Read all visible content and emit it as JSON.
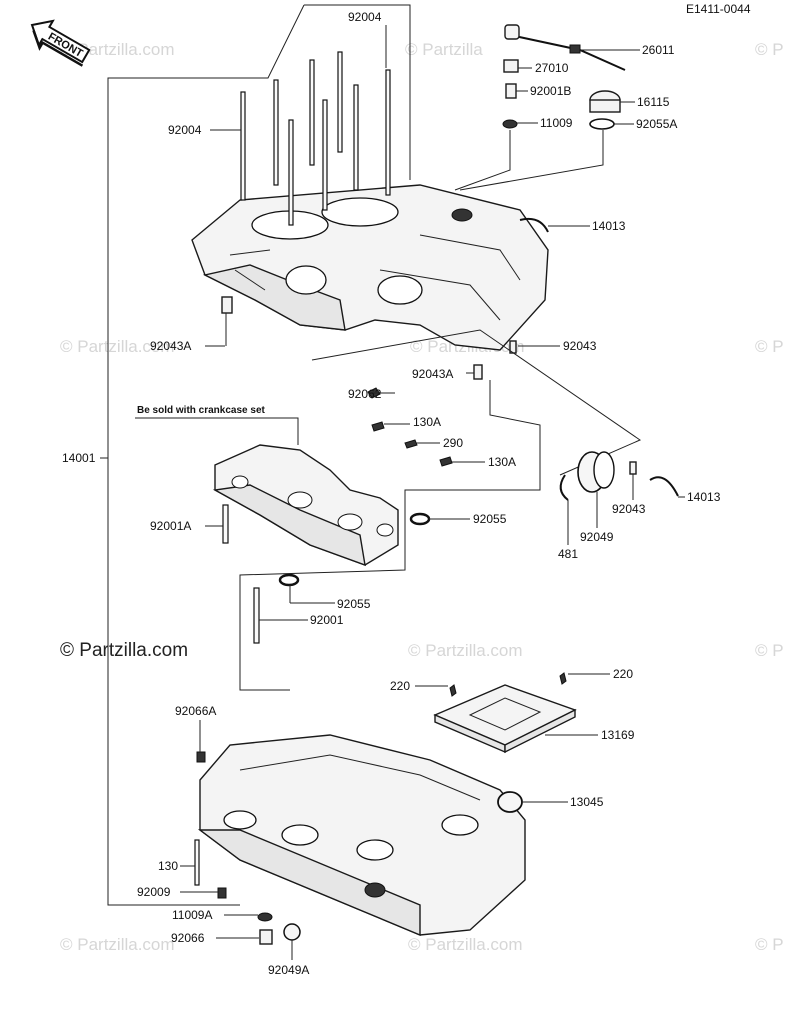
{
  "diagram_code": "E1411-0044",
  "front_label": "FRONT",
  "note": "Be sold with crankcase set",
  "watermark": {
    "text": "© Partzilla.com",
    "short": "© Partzilla",
    "prefix": "© P"
  },
  "labels": {
    "p92004_top": "92004",
    "p92004_left": "92004",
    "p26011": "26011",
    "p27010": "27010",
    "p92001B": "92001B",
    "p16115": "16115",
    "p11009": "11009",
    "p92055A": "92055A",
    "p14013_top": "14013",
    "p92043A_left": "92043A",
    "p92043_right": "92043",
    "p92043A_mid": "92043A",
    "p92062": "92062",
    "p130A_1": "130A",
    "p290": "290",
    "p130A_2": "130A",
    "p14001": "14001",
    "p92001A": "92001A",
    "p92055_mid": "92055",
    "p92043_low": "92043",
    "p14013_low": "14013",
    "p92049": "92049",
    "p481": "481",
    "p92055_low": "92055",
    "p92001": "92001",
    "p220_left": "220",
    "p220_right": "220",
    "p13169": "13169",
    "p92066A": "92066A",
    "p13045": "13045",
    "p130": "130",
    "p92009": "92009",
    "p11009A": "11009A",
    "p92066": "92066",
    "p92049A": "92049A"
  }
}
